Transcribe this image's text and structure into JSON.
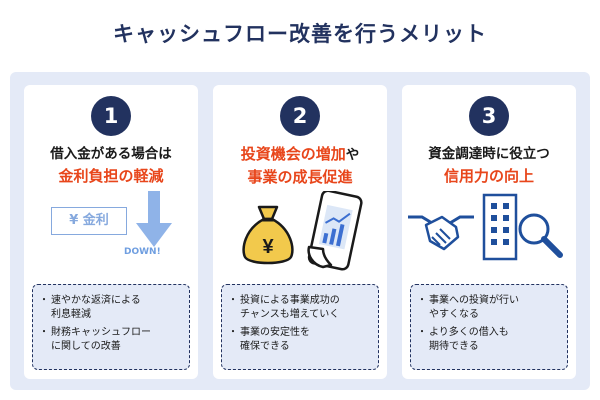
{
  "title": "キャッシュフロー改善を行うメリット",
  "cards": [
    {
      "number": "1",
      "heading_line1": "借入金がある場合は",
      "heading_highlight": "金利負担の軽減",
      "illustration": {
        "label_box": "¥ 金利",
        "arrow_label": "DOWN!",
        "icon": "down-arrow-icon"
      },
      "points": [
        {
          "lines": [
            "速やかな返済による",
            "利息軽減"
          ]
        },
        {
          "lines": [
            "財務キャッシュフロー",
            "に関しての改善"
          ]
        }
      ]
    },
    {
      "number": "2",
      "heading_highlight": "投資機会の増加",
      "heading_suffix": "や",
      "heading_line2": "事業の成長促進",
      "illustration": {
        "money_bag_symbol": "¥",
        "icons": [
          "money-bag-icon",
          "smartphone-chart-icon"
        ]
      },
      "points": [
        {
          "lines": [
            "投資による事業成功の",
            "チャンスも増えていく"
          ]
        },
        {
          "lines": [
            "事業の安定性を",
            "確保できる"
          ]
        }
      ]
    },
    {
      "number": "3",
      "heading_line1": "資金調達時に役立つ",
      "heading_highlight": "信用力の向上",
      "illustration": {
        "icons": [
          "handshake-icon",
          "building-icon",
          "magnifier-icon"
        ]
      },
      "points": [
        {
          "lines": [
            "事業への投資が行い",
            "やすくなる"
          ]
        },
        {
          "lines": [
            "より多くの借入も",
            "期待できる"
          ]
        }
      ]
    }
  ],
  "colors": {
    "navy": "#22325f",
    "accent": "#e8461b",
    "panel": "#e4eaf7",
    "light_blue": "#86a9de",
    "gold": "#f2c94c"
  }
}
